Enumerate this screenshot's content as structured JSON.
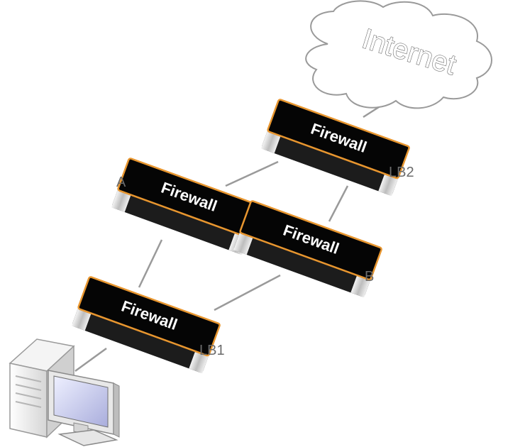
{
  "internet": {
    "label": "Internet"
  },
  "firewalls": [
    {
      "id": "lb2",
      "label": "Firewall",
      "tag": "LB2"
    },
    {
      "id": "a",
      "label": "Firewall",
      "tag": "A"
    },
    {
      "id": "b",
      "label": "Firewall",
      "tag": "B"
    },
    {
      "id": "lb1",
      "label": "Firewall",
      "tag": "LB1"
    }
  ],
  "colors": {
    "device_body": "#050505",
    "device_edge": "#e8962f",
    "device_side": "#c8c8c8",
    "link": "#9a9a9a",
    "label": "#6b6b6b",
    "cloud_fill": "#ffffff",
    "cloud_stroke": "#9a9a9a"
  },
  "icons": {
    "computer": "desktop-computer-icon",
    "cloud": "cloud-icon"
  }
}
